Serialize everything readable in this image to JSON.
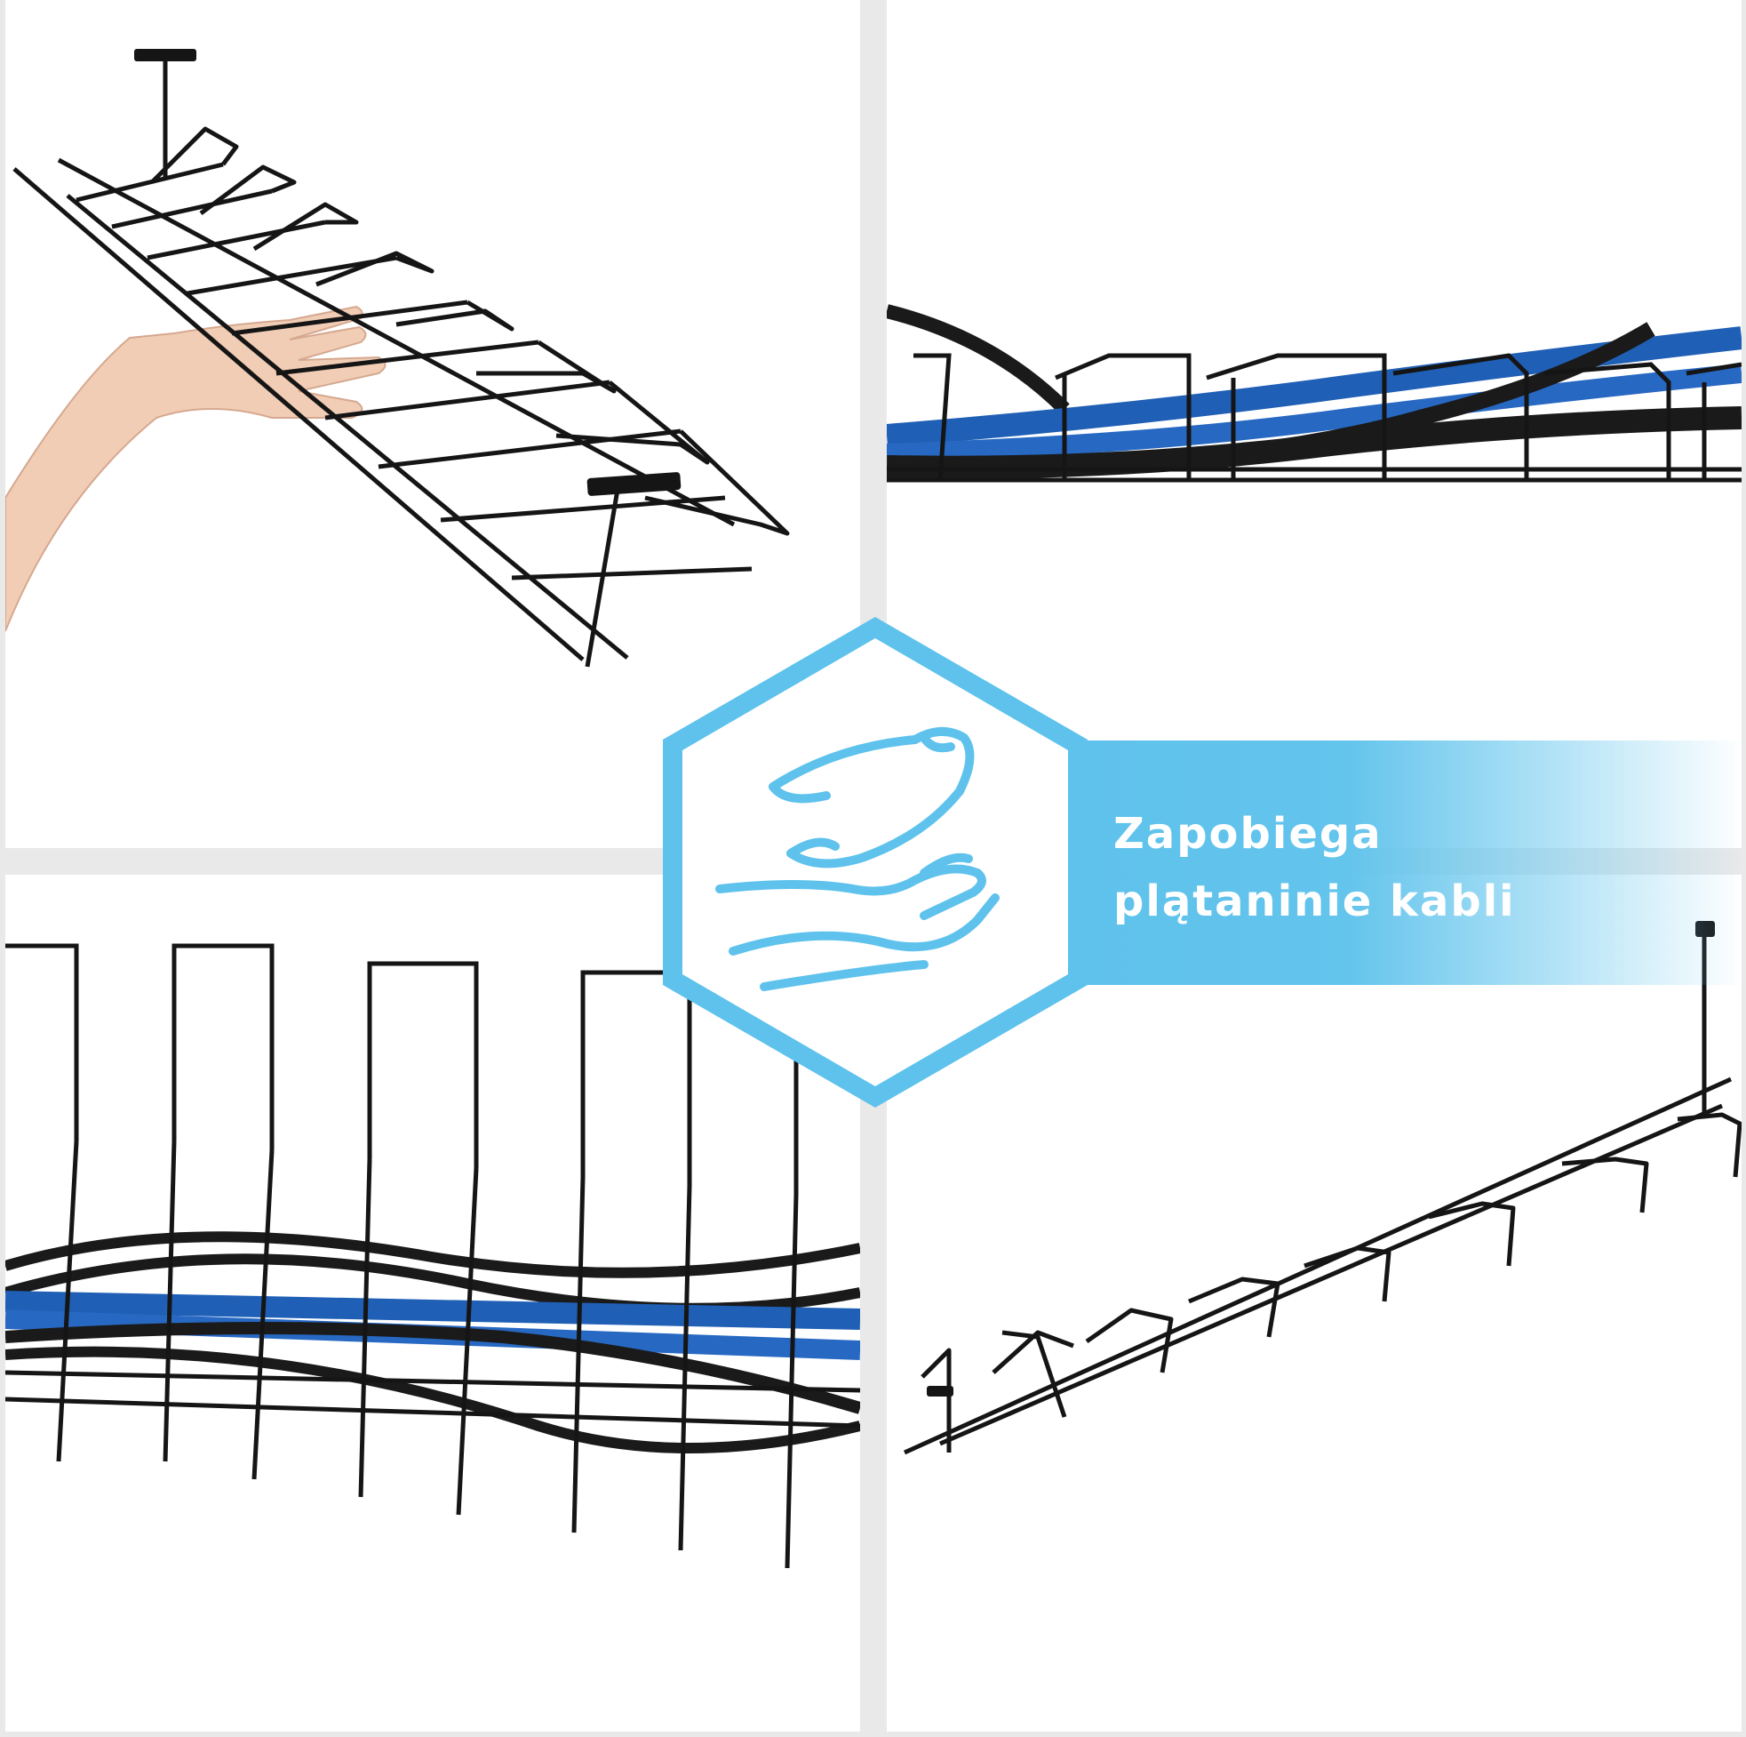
{
  "feature": {
    "line1": "Zapobiega",
    "line2": "plątaninie kabli",
    "icon": "feather-over-hand-icon"
  },
  "colors": {
    "accent": "#5ec2ec",
    "hexagon_fill": "#ffffff",
    "wire": "#151515",
    "cable_blue": "#1f5fb5",
    "cable_black": "#1a1a1a",
    "skin": "#f1cdb5"
  },
  "photos": [
    "wire-tray-held-on-hand-photo",
    "tray-filled-with-cables-side-photo",
    "tray-with-blue-and-black-cables-photo",
    "empty-wire-tray-photo"
  ]
}
